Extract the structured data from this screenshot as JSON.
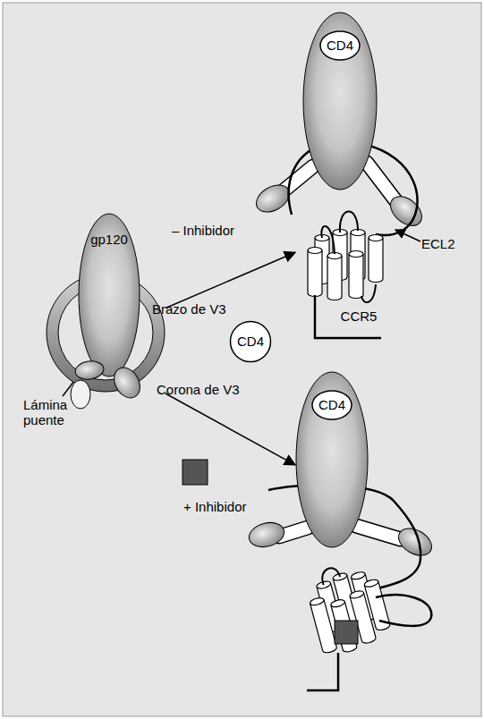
{
  "diagram": {
    "nodes": [
      {
        "text": [
          "CD4"
        ]
      },
      {
        "text": [
          "CCR5"
        ]
      },
      {
        "text": [
          "gp120"
        ]
      },
      {
        "text": [
          "CD4"
        ]
      },
      {
        "text": [
          "CD4"
        ]
      }
    ],
    "edges": [
      {
        "from": 2,
        "to": 1,
        "arrow": "to"
      },
      {
        "from": 2,
        "to": 4,
        "arrow": "to"
      }
    ],
    "labels": [
      "– Inhibidor",
      "ECL2",
      "Brazo de V3",
      "Corona de V3",
      "Lámina puente",
      "+ Inhibidor"
    ]
  }
}
